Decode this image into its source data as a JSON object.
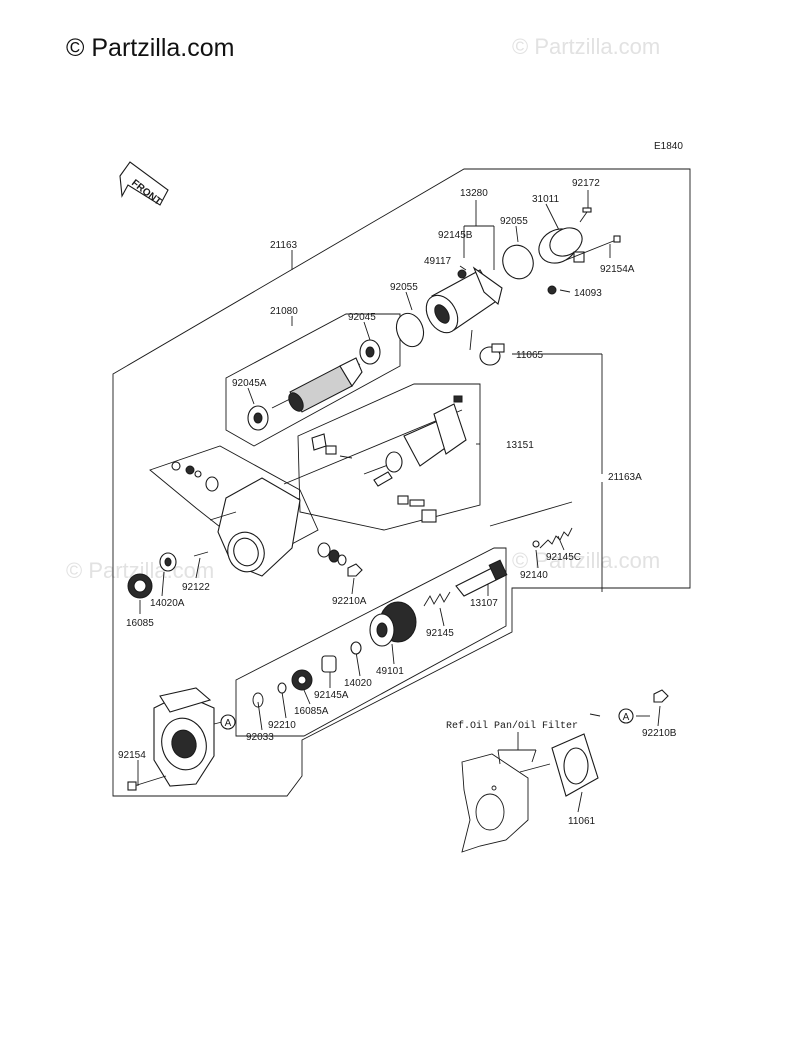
{
  "watermarks": {
    "main": "© Partzilla.com",
    "faint_top": "© Partzilla.com",
    "faint_mid_left": "© Partzilla.com",
    "faint_mid_right": "© Partzilla.com"
  },
  "diagram_code": "E1840",
  "front_arrow_label": "FRONT",
  "callout_letter": "A",
  "reference_note": "Ref.Oil Pan/Oil Filter",
  "part_numbers": {
    "p21163": "21163",
    "p13280": "13280",
    "p92172": "92172",
    "p31011": "31011",
    "p92145B": "92145B",
    "p92055_top": "92055",
    "p49117": "49117",
    "p92154A": "92154A",
    "p14093": "14093",
    "p92055_mid": "92055",
    "p21080": "21080",
    "p92045": "92045",
    "p11065": "11065",
    "p92045A": "92045A",
    "p13151": "13151",
    "p21163A": "21163A",
    "p92145C": "92145C",
    "p92140": "92140",
    "p14020A": "14020A",
    "p92122": "92122",
    "p16085": "16085",
    "p92210A": "92210A",
    "p13107": "13107",
    "p92145": "92145",
    "p49101": "49101",
    "p14020": "14020",
    "p92145A": "92145A",
    "p16085A": "16085A",
    "p92210": "92210",
    "p92033": "92033",
    "p92154": "92154",
    "p92210B": "92210B",
    "p11061": "11061"
  }
}
